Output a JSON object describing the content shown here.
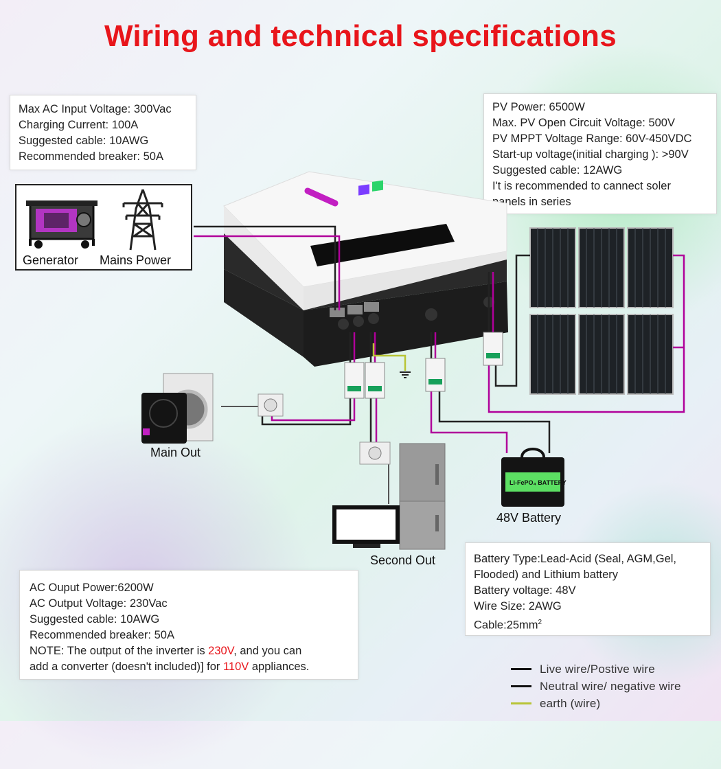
{
  "title": "Wiring and technical specifications",
  "ac_input_box": {
    "lines": [
      "Max AC Input Voltage: 300Vac",
      "Charging Current: 100A",
      "Suggested cable: 10AWG",
      "Recommended breaker: 50A"
    ]
  },
  "pv_box": {
    "lines": [
      "PV Power: 6500W",
      "Max. PV Open Circuit Voltage: 500V",
      "PV MPPT Voltage Range: 60V-450VDC",
      "Start-up voltage(initial charging ): >90V",
      "Suggested cable: 12AWG",
      "I't is recommended to cannect soler",
      "panels in series"
    ]
  },
  "ac_output_box": {
    "lines": [
      "AC Ouput Power:6200W",
      "AC Output Voltage: 230Vac",
      "Suggested cable: 10AWG",
      "Recommended breaker: 50A"
    ],
    "note_a": "NOTE: The output of the inverter is ",
    "note_v1": "230V",
    "note_b": ", and you can",
    "note_c": "add a converter (doesn't included)] for ",
    "note_v2": "110V",
    "note_d": " appliances."
  },
  "battery_box": {
    "lines": [
      "Battery Type:Lead-Acid (Seal, AGM,Gel,",
      "Flooded) and Lithium battery",
      "Battery voltage: 48V",
      "Wire Size: 2AWG"
    ],
    "cable_prefix": "Cable:25mm",
    "cable_sup": "2"
  },
  "labels": {
    "generator": "Generator",
    "mains": "Mains Power",
    "main_out": "Main Out",
    "second_out": "Second Out",
    "battery": "48V Battery",
    "battery_brand": "Li-FePO₄ BATTERY"
  },
  "legend": [
    {
      "label": "Live wire/Postive wire",
      "color": "#111111"
    },
    {
      "label": "Neutral wire/ negative wire",
      "color": "#111111"
    },
    {
      "label": "earth (wire)",
      "color": "#b8c436"
    }
  ],
  "colors": {
    "title": "#e8151b",
    "wire_accent": "#b0009a",
    "earth": "#b8c436"
  }
}
